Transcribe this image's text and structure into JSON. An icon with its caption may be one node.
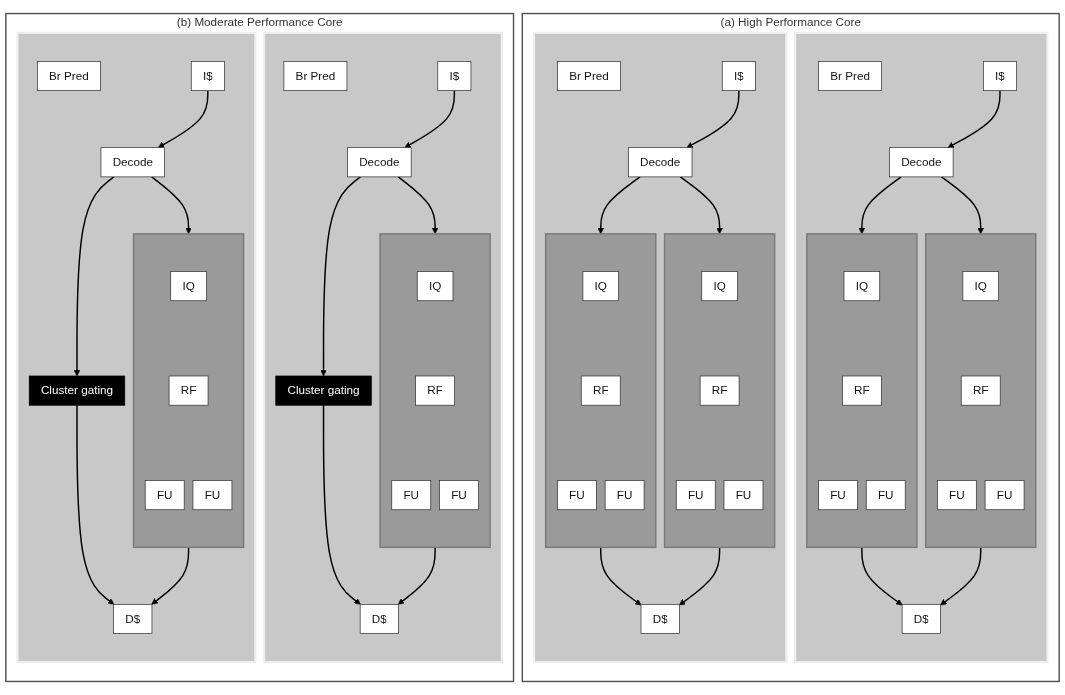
{
  "diagram": {
    "nodes": [
      {
        "text": [],
        "shape": "box",
        "beside": [
          "(a) High Performance Core"
        ]
      },
      {
        "text": [],
        "shape": "box",
        "in": 0
      },
      {
        "text": [
          "I$"
        ],
        "in": 1
      },
      {
        "text": [
          "Br Pred"
        ],
        "in": 1
      },
      {
        "text": [
          "Decode"
        ],
        "in": 1
      },
      {
        "text": [],
        "shape": "box",
        "in": 1
      },
      {
        "text": [
          "IQ"
        ],
        "in": 5
      },
      {
        "text": [
          "RF"
        ],
        "in": 5
      },
      {
        "text": [
          "FU"
        ],
        "in": 5
      },
      {
        "text": [
          "FU"
        ],
        "in": 5
      },
      {
        "text": [],
        "shape": "box",
        "in": 1
      },
      {
        "text": [
          "IQ"
        ],
        "in": 10
      },
      {
        "text": [
          "RF"
        ],
        "in": 10
      },
      {
        "text": [
          "FU"
        ],
        "in": 10
      },
      {
        "text": [
          "FU"
        ],
        "in": 10
      },
      {
        "text": [
          "D$"
        ],
        "in": 1
      },
      {
        "text": [],
        "shape": "box",
        "in": 0
      },
      {
        "text": [
          "I$"
        ],
        "in": 16
      },
      {
        "text": [
          "Br Pred"
        ],
        "in": 16
      },
      {
        "text": [
          "Decode"
        ],
        "in": 16
      },
      {
        "text": [],
        "shape": "box",
        "in": 16
      },
      {
        "text": [
          "IQ"
        ],
        "in": 20
      },
      {
        "text": [
          "RF"
        ],
        "in": 20
      },
      {
        "text": [
          "FU"
        ],
        "in": 20
      },
      {
        "text": [
          "FU"
        ],
        "in": 20
      },
      {
        "text": [],
        "shape": "box",
        "in": 16
      },
      {
        "text": [
          "IQ"
        ],
        "in": 25
      },
      {
        "text": [
          "RF"
        ],
        "in": 25
      },
      {
        "text": [
          "FU"
        ],
        "in": 25
      },
      {
        "text": [
          "FU"
        ],
        "in": 25
      },
      {
        "text": [
          "D$"
        ],
        "in": 16
      },
      {
        "text": [],
        "shape": "box",
        "beside": [
          "(b) Moderate Performance Core"
        ]
      },
      {
        "text": [],
        "shape": "box",
        "in": 31
      },
      {
        "text": [
          "I$"
        ],
        "in": 32
      },
      {
        "text": [
          "Br Pred"
        ],
        "in": 32
      },
      {
        "text": [
          "Decode"
        ],
        "in": 32
      },
      {
        "text": [],
        "shape": "box",
        "in": 32
      },
      {
        "text": [
          "IQ"
        ],
        "in": 36
      },
      {
        "text": [
          "RF"
        ],
        "in": 36
      },
      {
        "text": [
          "FU"
        ],
        "in": 36
      },
      {
        "text": [
          "FU"
        ],
        "in": 36
      },
      {
        "text": [
          "Cluster gating"
        ],
        "in": 32
      },
      {
        "text": [
          "D$"
        ],
        "in": 32
      },
      {
        "text": [],
        "shape": "box",
        "in": 31
      },
      {
        "text": [
          "I$"
        ],
        "in": 43
      },
      {
        "text": [
          "Br Pred"
        ],
        "in": 43
      },
      {
        "text": [
          "Decode"
        ],
        "in": 43
      },
      {
        "text": [],
        "shape": "box",
        "in": 43
      },
      {
        "text": [
          "IQ"
        ],
        "in": 47
      },
      {
        "text": [
          "RF"
        ],
        "in": 47
      },
      {
        "text": [
          "FU"
        ],
        "in": 47
      },
      {
        "text": [
          "FU"
        ],
        "in": 47
      },
      {
        "text": [
          "Cluster gating"
        ],
        "in": 43
      },
      {
        "text": [
          "D$"
        ],
        "in": 43
      }
    ],
    "edges": [
      {
        "from": 2,
        "to": 4,
        "arrow": "to"
      },
      {
        "from": 4,
        "to": 5,
        "arrow": "to"
      },
      {
        "from": 4,
        "to": 10,
        "arrow": "to"
      },
      {
        "from": 5,
        "to": 15,
        "arrow": "to"
      },
      {
        "from": 10,
        "to": 15,
        "arrow": "to"
      },
      {
        "from": 17,
        "to": 19,
        "arrow": "to"
      },
      {
        "from": 19,
        "to": 20,
        "arrow": "to"
      },
      {
        "from": 19,
        "to": 25,
        "arrow": "to"
      },
      {
        "from": 20,
        "to": 30,
        "arrow": "to"
      },
      {
        "from": 25,
        "to": 30,
        "arrow": "to"
      },
      {
        "from": 33,
        "to": 35,
        "arrow": "to"
      },
      {
        "from": 35,
        "to": 36,
        "arrow": "to"
      },
      {
        "from": 35,
        "to": 41,
        "arrow": "to"
      },
      {
        "from": 36,
        "to": 42,
        "arrow": "to"
      },
      {
        "from": 41,
        "to": 42,
        "arrow": "to"
      },
      {
        "from": 44,
        "to": 46,
        "arrow": "to"
      },
      {
        "from": 46,
        "to": 47,
        "arrow": "to"
      },
      {
        "from": 46,
        "to": 52,
        "arrow": "to"
      },
      {
        "from": 47,
        "to": 53,
        "arrow": "to"
      },
      {
        "from": 52,
        "to": 53,
        "arrow": "to"
      }
    ]
  }
}
